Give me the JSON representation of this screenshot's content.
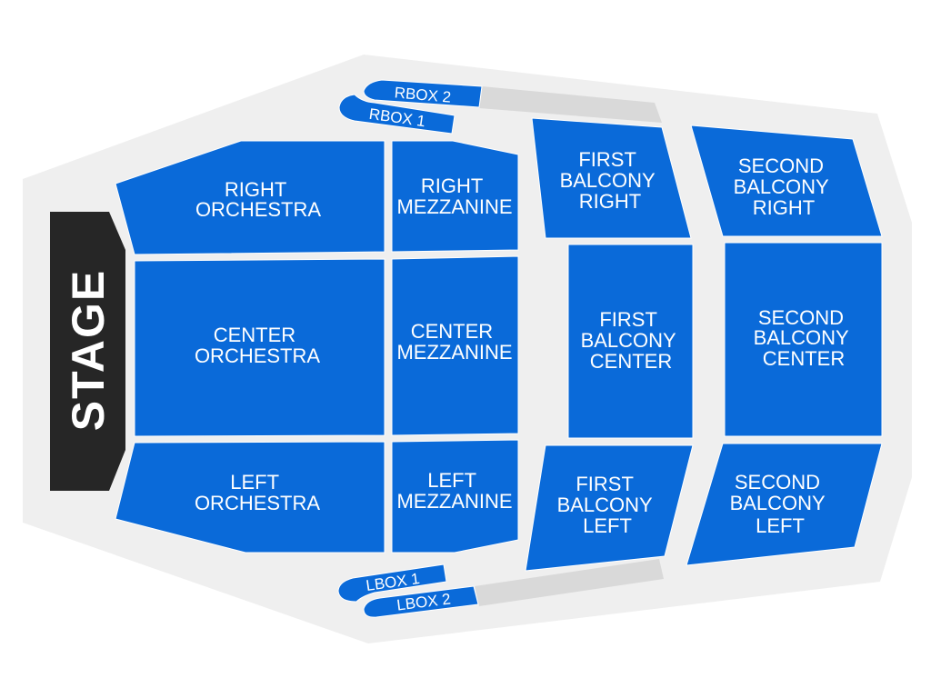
{
  "colors": {
    "hall": "#efefef",
    "stage": "#262626",
    "walkway": "#d9d9d9",
    "section": "#0a6ad9",
    "label": "#ffffff"
  },
  "stage": {
    "label": "STAGE"
  },
  "sections": {
    "right_orchestra": {
      "lines": [
        "RIGHT",
        "ORCHESTRA"
      ]
    },
    "right_mezzanine": {
      "lines": [
        "RIGHT",
        "MEZZANINE"
      ]
    },
    "center_orchestra": {
      "lines": [
        "CENTER",
        "ORCHESTRA"
      ]
    },
    "center_mezzanine": {
      "lines": [
        "CENTER",
        "MEZZANINE"
      ]
    },
    "left_orchestra": {
      "lines": [
        "LEFT",
        "ORCHESTRA"
      ]
    },
    "left_mezzanine": {
      "lines": [
        "LEFT",
        "MEZZANINE"
      ]
    },
    "first_balcony_right": {
      "lines": [
        "FIRST",
        "BALCONY",
        "RIGHT"
      ]
    },
    "first_balcony_center": {
      "lines": [
        "FIRST",
        "BALCONY",
        "CENTER"
      ]
    },
    "first_balcony_left": {
      "lines": [
        "FIRST",
        "BALCONY",
        "LEFT"
      ]
    },
    "second_balcony_right": {
      "lines": [
        "SECOND",
        "BALCONY",
        "RIGHT"
      ]
    },
    "second_balcony_center": {
      "lines": [
        "SECOND",
        "BALCONY",
        "CENTER"
      ]
    },
    "second_balcony_left": {
      "lines": [
        "SECOND",
        "BALCONY",
        "LEFT"
      ]
    },
    "rbox_1": {
      "lines": [
        "RBOX 1"
      ]
    },
    "rbox_2": {
      "lines": [
        "RBOX 2"
      ]
    },
    "lbox_1": {
      "lines": [
        "LBOX 1"
      ]
    },
    "lbox_2": {
      "lines": [
        "LBOX 2"
      ]
    }
  }
}
